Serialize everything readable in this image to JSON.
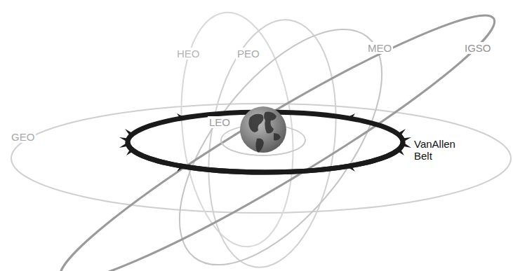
{
  "diagram": {
    "labels": [
      "GEO",
      "HEO",
      "PEO",
      "LEO",
      "MEO",
      "IGSO",
      "VanAllen Belt"
    ]
  }
}
